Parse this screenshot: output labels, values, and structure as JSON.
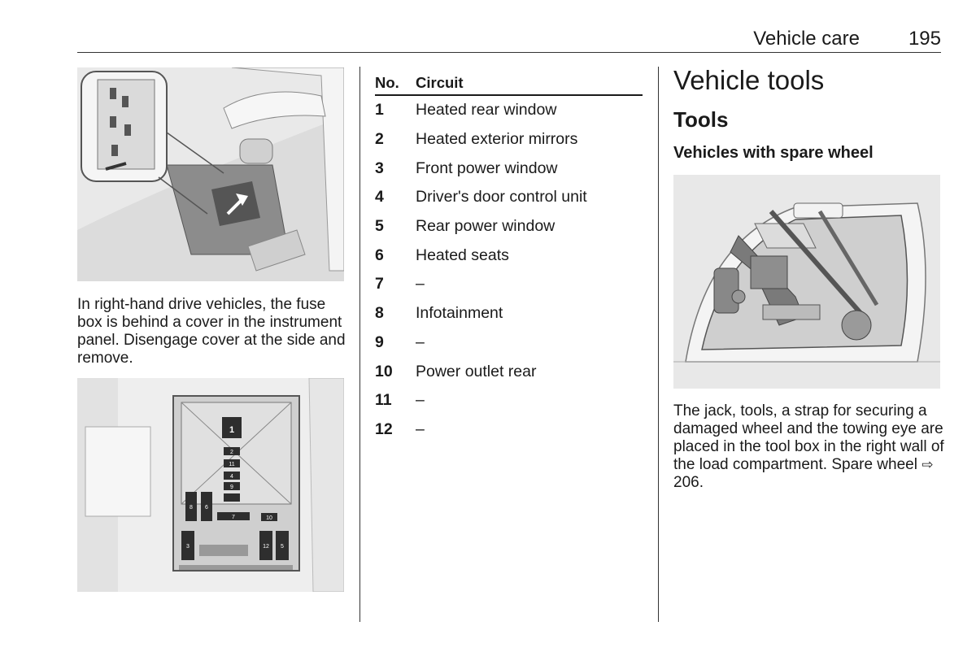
{
  "header": {
    "section": "Vehicle care",
    "page_number": "195"
  },
  "left_column": {
    "rhd_text": "In right-hand drive vehicles, the fuse box is behind a cover in the instrument panel. Disengage cover at the side and remove."
  },
  "fuse_table": {
    "col_no": "No.",
    "col_circuit": "Circuit",
    "rows": [
      {
        "no": "1",
        "circuit": "Heated rear window"
      },
      {
        "no": "2",
        "circuit": "Heated exterior mirrors"
      },
      {
        "no": "3",
        "circuit": "Front power window"
      },
      {
        "no": "4",
        "circuit": "Driver's door control unit"
      },
      {
        "no": "5",
        "circuit": "Rear power window"
      },
      {
        "no": "6",
        "circuit": "Heated seats"
      },
      {
        "no": "7",
        "circuit": "–"
      },
      {
        "no": "8",
        "circuit": "Infotainment"
      },
      {
        "no": "9",
        "circuit": "–"
      },
      {
        "no": "10",
        "circuit": "Power outlet rear"
      },
      {
        "no": "11",
        "circuit": "–"
      },
      {
        "no": "12",
        "circuit": "–"
      }
    ]
  },
  "right_column": {
    "title": "Vehicle tools",
    "subtitle": "Tools",
    "subheading": "Vehicles with spare wheel",
    "text_main": "The jack, tools, a strap for securing a damaged wheel and the towing eye are placed in the tool box in the right wall of the load compartment. Spare wheel",
    "ref_icon": "arrow-right-outline",
    "ref_page": "206."
  },
  "fuse_diagram_labels": [
    "1",
    "2",
    "11",
    "4",
    "9",
    "8",
    "6",
    "7",
    "10",
    "3",
    "12",
    "5"
  ]
}
